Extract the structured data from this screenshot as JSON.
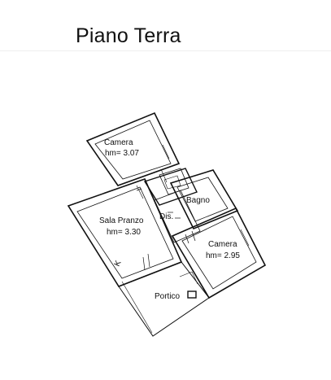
{
  "page": {
    "title": "Piano Terra"
  },
  "floor_plan": {
    "rooms": [
      {
        "key": "camera_1",
        "name": "Camera",
        "height": "hm= 3.07"
      },
      {
        "key": "bagno",
        "name": "Bagno"
      },
      {
        "key": "disimpegno",
        "name": "Dis."
      },
      {
        "key": "sala_pranzo",
        "name": "Sala Pranzo",
        "height": "hm= 3.30"
      },
      {
        "key": "camera_2",
        "name": "Camera",
        "height": "hm= 2.95"
      },
      {
        "key": "portico",
        "name": "Portico"
      }
    ],
    "marker": "K"
  },
  "colors": {
    "ink": "#111111",
    "wall_fill": "#ffffff",
    "background": "#ffffff"
  }
}
